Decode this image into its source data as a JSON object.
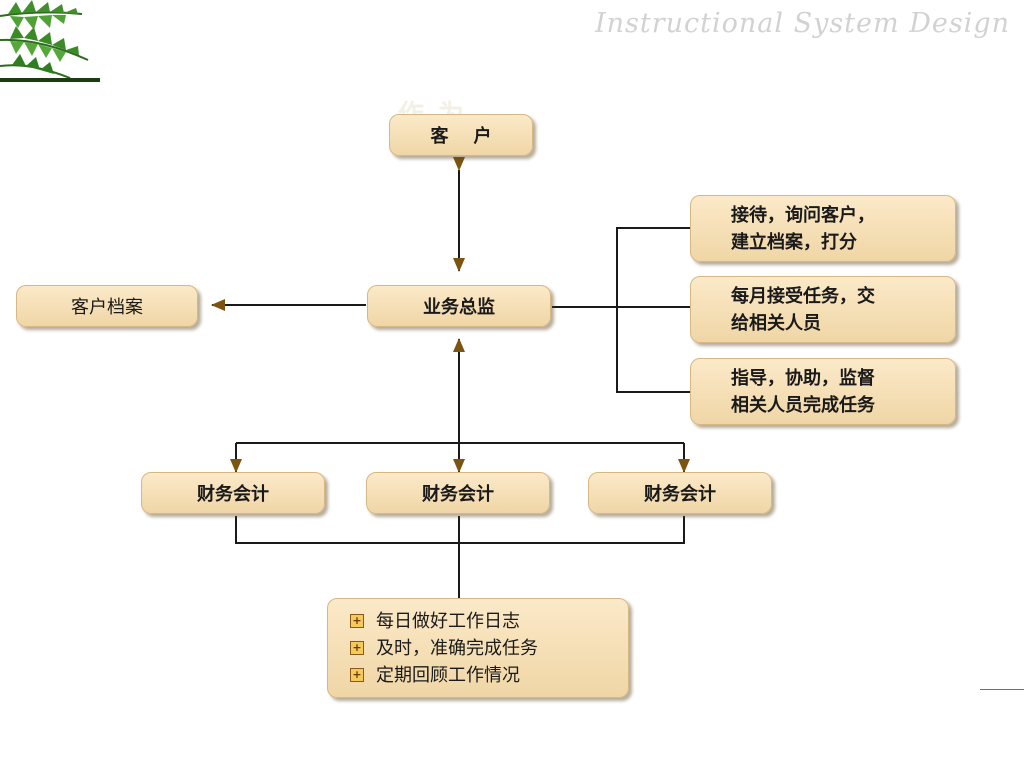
{
  "header": {
    "watermark": "Instructional System Design"
  },
  "nodes": {
    "customer": "客    户",
    "director": "业务总监",
    "archive": "客户档案",
    "accountant_1": "财务会计",
    "accountant_2": "财务会计",
    "accountant_3": "财务会计"
  },
  "duties": [
    {
      "line1": "接待，询问客户，",
      "line2": "建立档案，打分"
    },
    {
      "line1": "每月接受任务，交",
      "line2": "给相关人员"
    },
    {
      "line1": "指导，协助，监督",
      "line2": "相关人员完成任务"
    }
  ],
  "accountant_tasks": [
    "每日做好工作日志",
    "及时，准确完成任务",
    "定期回顾工作情况"
  ],
  "colors": {
    "box_fill": "#f6dfb6",
    "arrow": "#7a5410",
    "line": "#1a1a1a",
    "leaf": "#2e7d2e"
  }
}
